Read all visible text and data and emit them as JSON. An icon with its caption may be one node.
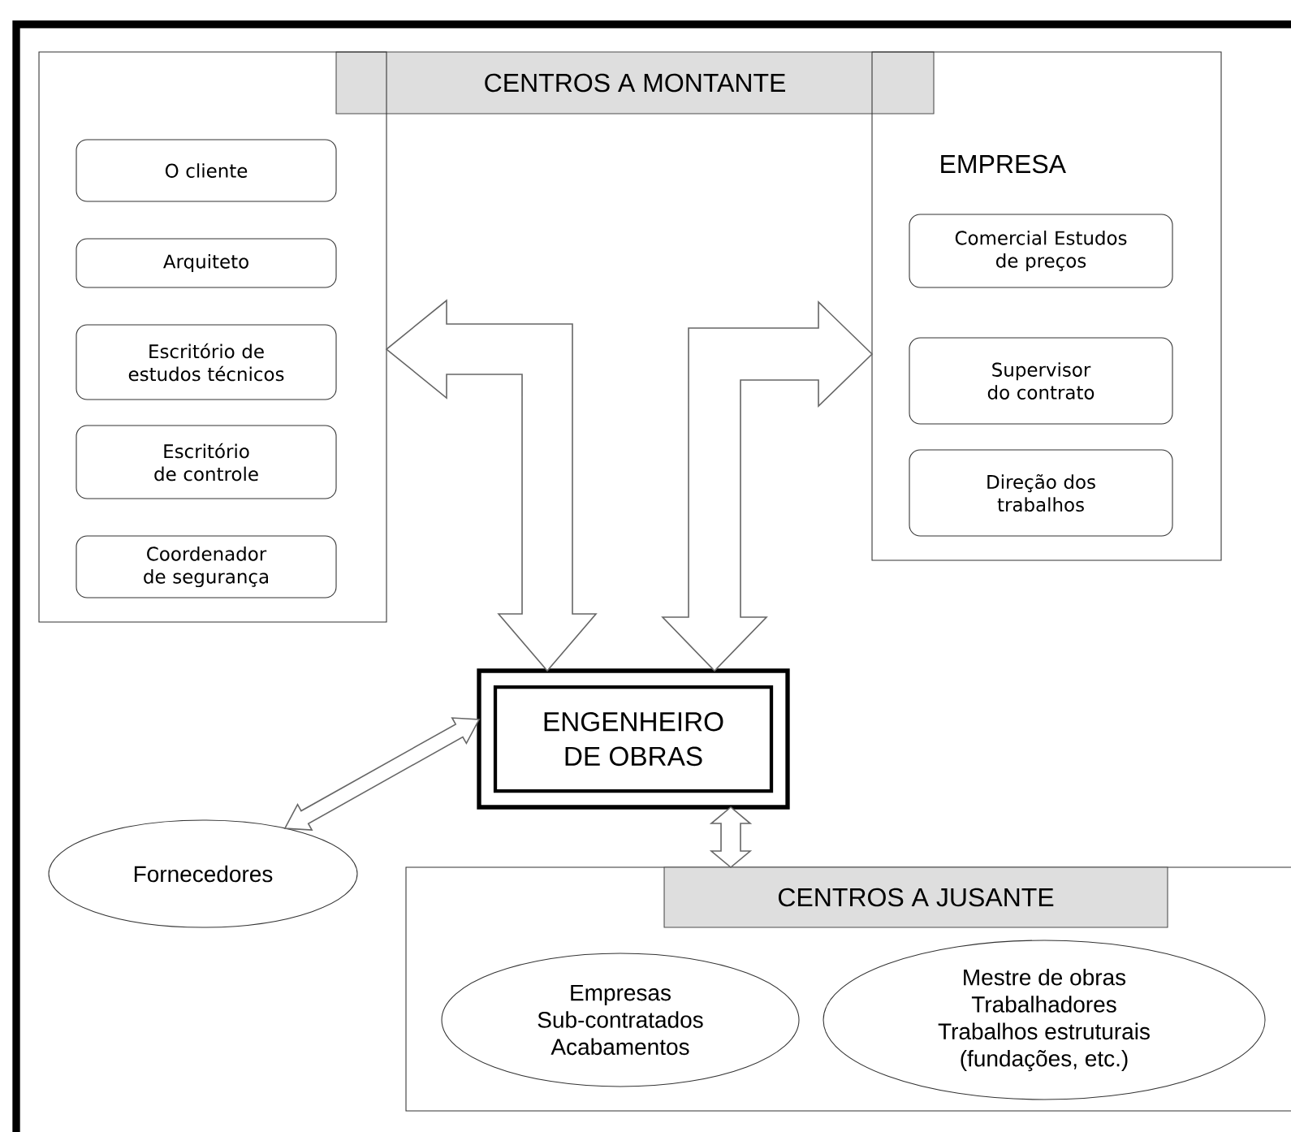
{
  "diagram": {
    "nodes": [
      {
        "text": [
          "CENTROS A MONTANTE"
        ]
      },
      {
        "text": [],
        "shape": "box"
      },
      {
        "text": [
          "O cliente"
        ],
        "in": 1
      },
      {
        "text": [
          "Arquiteto"
        ],
        "in": 1
      },
      {
        "text": [
          "Escritório de estudos técnicos"
        ],
        "in": 1
      },
      {
        "text": [
          "Escritório de controle"
        ],
        "in": 1
      },
      {
        "text": [
          "Coordenador de segurança"
        ],
        "in": 1
      },
      {
        "text": [
          "EMPRESA"
        ]
      },
      {
        "text": [
          "Comercial Estudos de preços"
        ],
        "in": 7
      },
      {
        "text": [
          "Supervisor do contrato"
        ],
        "in": 7
      },
      {
        "text": [
          "Direção dos trabalhos"
        ],
        "in": 7
      },
      {
        "text": [
          "ENGENHEIRO DE OBRAS"
        ]
      },
      {
        "text": [
          "Fornecedores"
        ]
      },
      {
        "text": [
          "CENTROS A JUSANTE"
        ]
      },
      {
        "text": [
          "Empresas Sub-contratados Acabamentos"
        ],
        "in": 13
      },
      {
        "text": [
          "Mestre de obras Trabalhadores Trabalhos estruturais (fundações, etc.)"
        ],
        "in": 13
      }
    ],
    "edges": [
      {
        "from": 1,
        "to": 11,
        "arrow": "both"
      },
      {
        "from": 7,
        "to": 11,
        "arrow": "both"
      },
      {
        "from": 12,
        "to": 11,
        "arrow": "both"
      },
      {
        "from": 11,
        "to": 13,
        "arrow": "both"
      }
    ]
  }
}
